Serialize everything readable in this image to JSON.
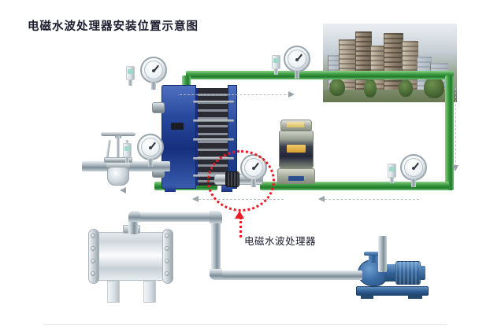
{
  "page": {
    "title": "电磁水波处理器安装位置示意图",
    "background_color": "#ffffff",
    "footer_rule_color": "#e6e8ea"
  },
  "annotations": {
    "callout_label": "电磁水波处理器",
    "callout_color": "#1a1a2e",
    "highlight_circle_color": "#ed1c24",
    "highlight_circle_style": "dotted",
    "arrow_color": "#ed1c24"
  },
  "colors": {
    "supply_pipe": "#3f9d43",
    "return_pipe": "#8d979e",
    "heat_exchanger": "#16307e",
    "pump_blue": "#2d5b91",
    "flow_arrow": "#9aa3a9"
  },
  "equipment": [
    {
      "id": "heat-exchanger",
      "name": "板式换热器"
    },
    {
      "id": "vertical-pump",
      "name": "立式循环泵"
    },
    {
      "id": "horizontal-pump",
      "name": "卧式离心泵"
    },
    {
      "id": "gate-valve",
      "name": "闸阀"
    },
    {
      "id": "water-tank",
      "name": "水箱"
    },
    {
      "id": "treatment-device",
      "name": "电磁水波处理器"
    },
    {
      "id": "buildings",
      "name": "高层住宅楼"
    }
  ],
  "gauges": [
    {
      "id": "gauge-left",
      "name": "压力表"
    },
    {
      "id": "gauge-hx-top",
      "name": "压力表"
    },
    {
      "id": "gauge-supply-top",
      "name": "压力表"
    },
    {
      "id": "gauge-device",
      "name": "压力表"
    },
    {
      "id": "gauge-return",
      "name": "压力表"
    }
  ],
  "sensors": [
    {
      "id": "sensor-left",
      "name": "温度变送器"
    },
    {
      "id": "sensor-hx-top",
      "name": "温度变送器"
    },
    {
      "id": "sensor-supply-top",
      "name": "温度变送器"
    },
    {
      "id": "sensor-return",
      "name": "温度变送器"
    }
  ]
}
